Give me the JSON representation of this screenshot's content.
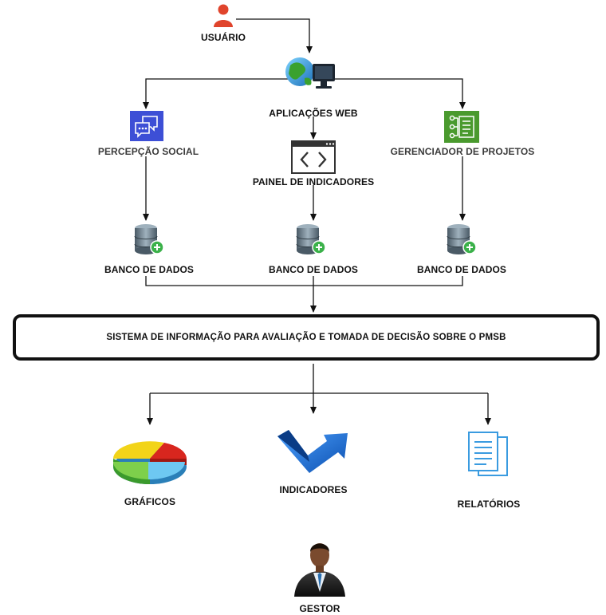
{
  "nodes": {
    "usuario": "USUÁRIO",
    "aplicacoes_web": "APLICAÇÕES WEB",
    "percepcao_social": "PERCEPÇÃO SOCIAL",
    "painel_indicadores": "PAINEL DE INDICADORES",
    "gerenciador_projetos": "GERENCIADOR DE PROJETOS",
    "banco_dados_1": "BANCO DE DADOS",
    "banco_dados_2": "BANCO DE DADOS",
    "banco_dados_3": "BANCO DE DADOS",
    "sistema": "SISTEMA DE INFORMAÇÃO PARA AVALIAÇÃO E TOMADA DE DECISÃO SOBRE O PMSB",
    "graficos": "GRÁFICOS",
    "indicadores": "INDICADORES",
    "relatorios": "RELATÓRIOS",
    "gestor": "GESTOR"
  },
  "icons": {
    "usuario": "person-icon",
    "aplicacoes_web": "globe-monitor-icon",
    "percepcao_social": "chat-bubbles-icon",
    "painel_indicadores": "code-window-icon",
    "gerenciador_projetos": "project-board-icon",
    "banco_dados": "database-add-icon",
    "graficos": "pie-chart-icon",
    "indicadores": "trend-arrow-icon",
    "relatorios": "documents-icon",
    "gestor": "businessman-icon"
  },
  "colors": {
    "user_red": "#e0442c",
    "social_blue": "#3d4fd6",
    "project_green": "#4a9a2e",
    "arrow": "#111111",
    "report_blue": "#3a9be0",
    "indicator_blue": "#1e6fd2"
  }
}
